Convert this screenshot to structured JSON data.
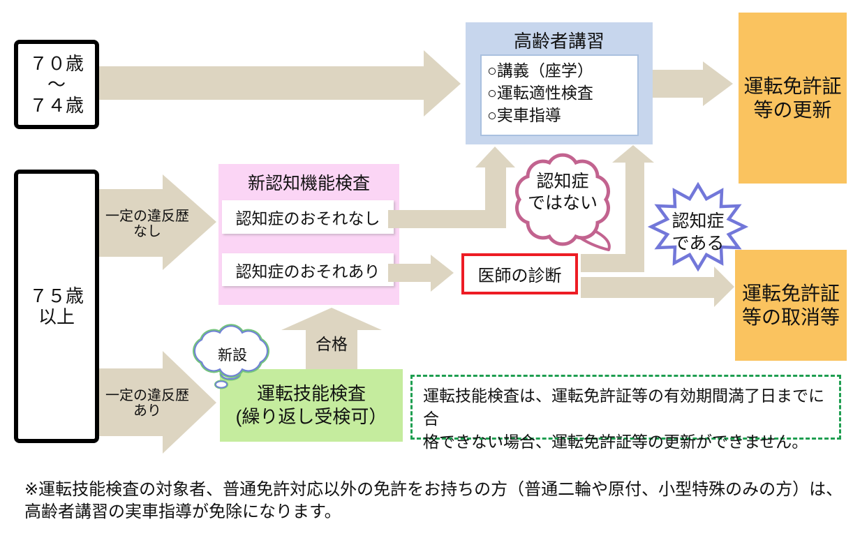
{
  "palette": {
    "arrow_beige": "#DDD5C1",
    "box_blue": "#C7D6ED",
    "blue_border": "#A9C0DF",
    "box_pink": "#FBD5F5",
    "box_green": "#C5EC9E",
    "box_orange": "#FAC35F",
    "red_border": "#ED1C24",
    "cloud_pink": "#C2638F",
    "burst_purple": "#7277D9",
    "dashed_green": "#1E9E50",
    "cloud_green": "#74C47C",
    "cloud_blue": "#7081D6",
    "ink": "#111111"
  },
  "age70_box": {
    "lines": [
      "７０歳",
      "～",
      "７４歳"
    ]
  },
  "age75_box": {
    "lines": [
      "７５歳",
      "以上"
    ]
  },
  "koshu_box": {
    "title": "高齢者講習",
    "items": [
      "○講義（座学）",
      "○運転適性検査",
      "○実車指導"
    ]
  },
  "koshin_box": {
    "lines": [
      "運転免許証",
      "等の更新"
    ]
  },
  "torikeshi_box": {
    "lines": [
      "運転免許証",
      "等の取消等"
    ]
  },
  "ninchi_box": {
    "title": "新認知機能検査",
    "result_nashi": "認知症のおそれなし",
    "result_ari": "認知症のおそれあり"
  },
  "ishi_box": {
    "label": "医師の診断"
  },
  "ginou_box": {
    "lines": [
      "運転技能検査",
      "(繰り返し受検可）"
    ]
  },
  "arrow_labels": {
    "ihan_nashi": [
      "一定の違反歴",
      "なし"
    ],
    "ihan_ari": [
      "一定の違反歴",
      "あり"
    ],
    "gokaku": "合格"
  },
  "bubbles": {
    "dewanai": [
      "認知症",
      "ではない"
    ],
    "dearu": [
      "認知症",
      "である"
    ],
    "shinsetsu": "新設"
  },
  "dashed_note": {
    "lines": [
      "運転技能検査は、運転免許証等の有効期間満了日までに合",
      "格できない場合、運転免許証等の更新ができません。"
    ]
  },
  "footnote": {
    "lines": [
      "※運転技能検査の対象者、普通免許対応以外の免許をお持ちの方（普通二輪や原付、小型特殊のみの方）は、",
      "高齢者講習の実車指導が免除になります。"
    ]
  }
}
